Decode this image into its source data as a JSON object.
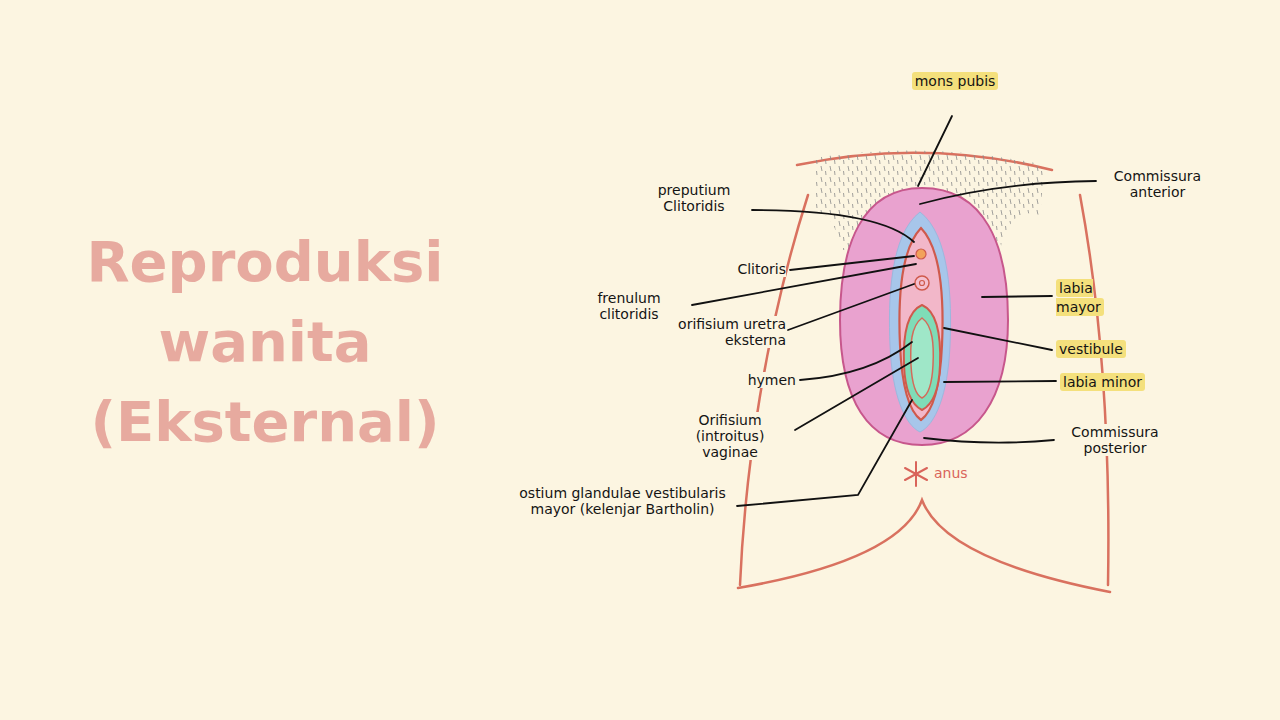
{
  "diagram": {
    "title": "Reproduksi wanita (Eksternal)",
    "labels": [
      "mons pubis",
      "Commissura anterior",
      "preputium Clitoridis",
      "Clitoris",
      "frenulum clitoridis",
      "orifisium uretra eksterna",
      "labia mayor",
      "vestibule",
      "hymen",
      "labia minor",
      "Orifisium (introitus) vaginae",
      "Commissura posterior",
      "ostium glandulae vestibularis mayor (kelenjar Bartholin)",
      "anus"
    ]
  }
}
